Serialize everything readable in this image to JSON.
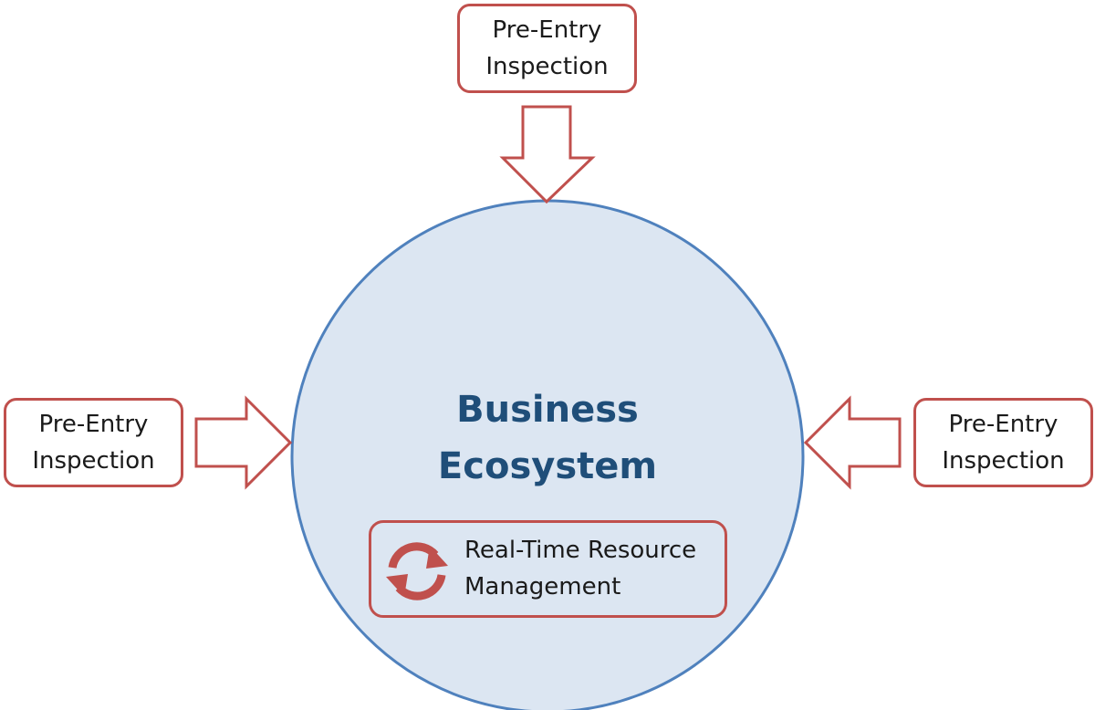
{
  "inspections": {
    "top": {
      "line1": "Pre-Entry",
      "line2": "Inspection"
    },
    "left": {
      "line1": "Pre-Entry",
      "line2": "Inspection"
    },
    "right": {
      "line1": "Pre-Entry",
      "line2": "Inspection"
    }
  },
  "ecosystem": {
    "title_line1": "Business",
    "title_line2": "Ecosystem"
  },
  "resource_management": {
    "line1": "Real-Time Resource",
    "line2": "Management",
    "icon": "refresh-cycle-icon"
  },
  "colors": {
    "accent_red": "#c0504d",
    "circle_fill": "#dce6f2",
    "circle_stroke": "#4f81bd",
    "title_blue": "#1f4e79"
  }
}
